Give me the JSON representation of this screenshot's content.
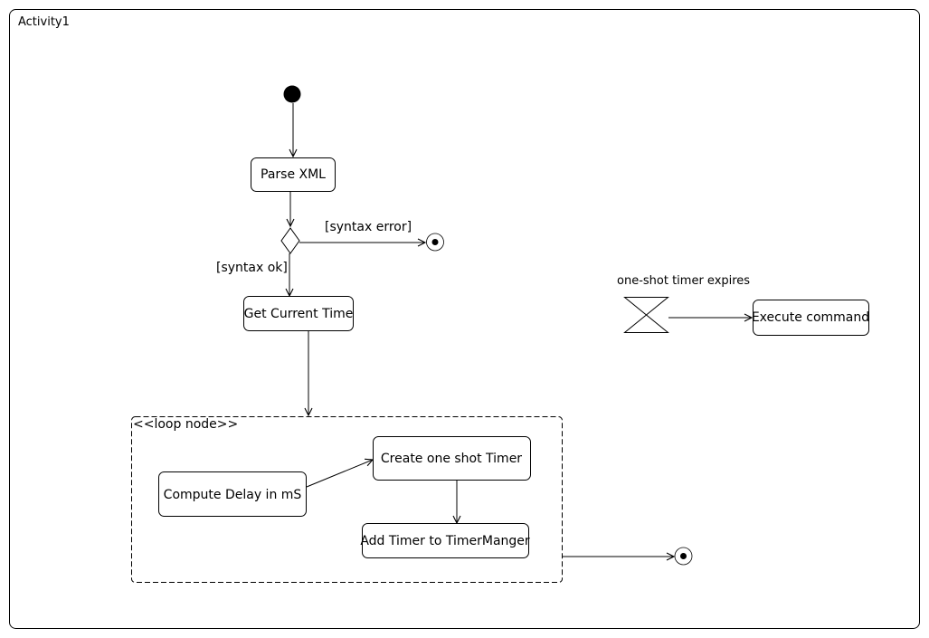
{
  "activity": {
    "title": "Activity1"
  },
  "nodes": {
    "parse_xml": "Parse XML",
    "get_current_time": "Get Current Time",
    "execute_command": "Execute command",
    "compute_delay": "Compute Delay in mS",
    "create_timer": "Create one shot Timer",
    "add_timer": "Add Timer to TimerManger"
  },
  "guards": {
    "syntax_error": "[syntax error]",
    "syntax_ok": "[syntax ok]"
  },
  "events": {
    "timer_expires": "one-shot timer expires"
  },
  "loop_node": {
    "label": "<<loop node>>"
  }
}
